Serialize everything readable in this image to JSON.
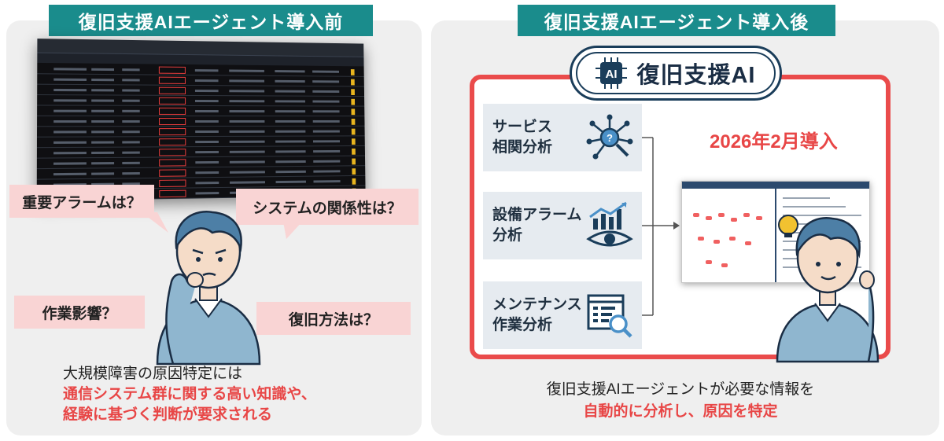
{
  "left_panel": {
    "title": "復旧支援AIエージェント導入前",
    "bubbles": {
      "important_alarm": "重要アラームは？",
      "system_relation": "システムの関係性は？",
      "work_impact": "作業影響？",
      "recovery_method": "復旧方法は？"
    },
    "caption": {
      "line1": "大規模障害の原因特定には",
      "line2": "通信システム群に関する高い知識や、",
      "line3": "経験に基づく判断が要求される"
    }
  },
  "right_panel": {
    "title": "復旧支援AIエージェント導入後",
    "ai_label": "復旧支援AI",
    "ai_chip_text": "AI",
    "cards": [
      {
        "label": "サービス\n相関分析",
        "icon": "network-question-icon"
      },
      {
        "label": "設備アラーム\n分析",
        "icon": "eye-chart-icon"
      },
      {
        "label": "メンテナンス\n作業分析",
        "icon": "document-search-icon"
      }
    ],
    "release_date": "2026年2月導入",
    "caption": {
      "line1": "復旧支援AIエージェントが必要な情報を",
      "line2": "自動的に分析し、原因を特定"
    }
  },
  "colors": {
    "teal": "#1a8c8c",
    "red": "#e84646",
    "navy": "#1a3d5a",
    "bubble": "#f9d4d4"
  }
}
